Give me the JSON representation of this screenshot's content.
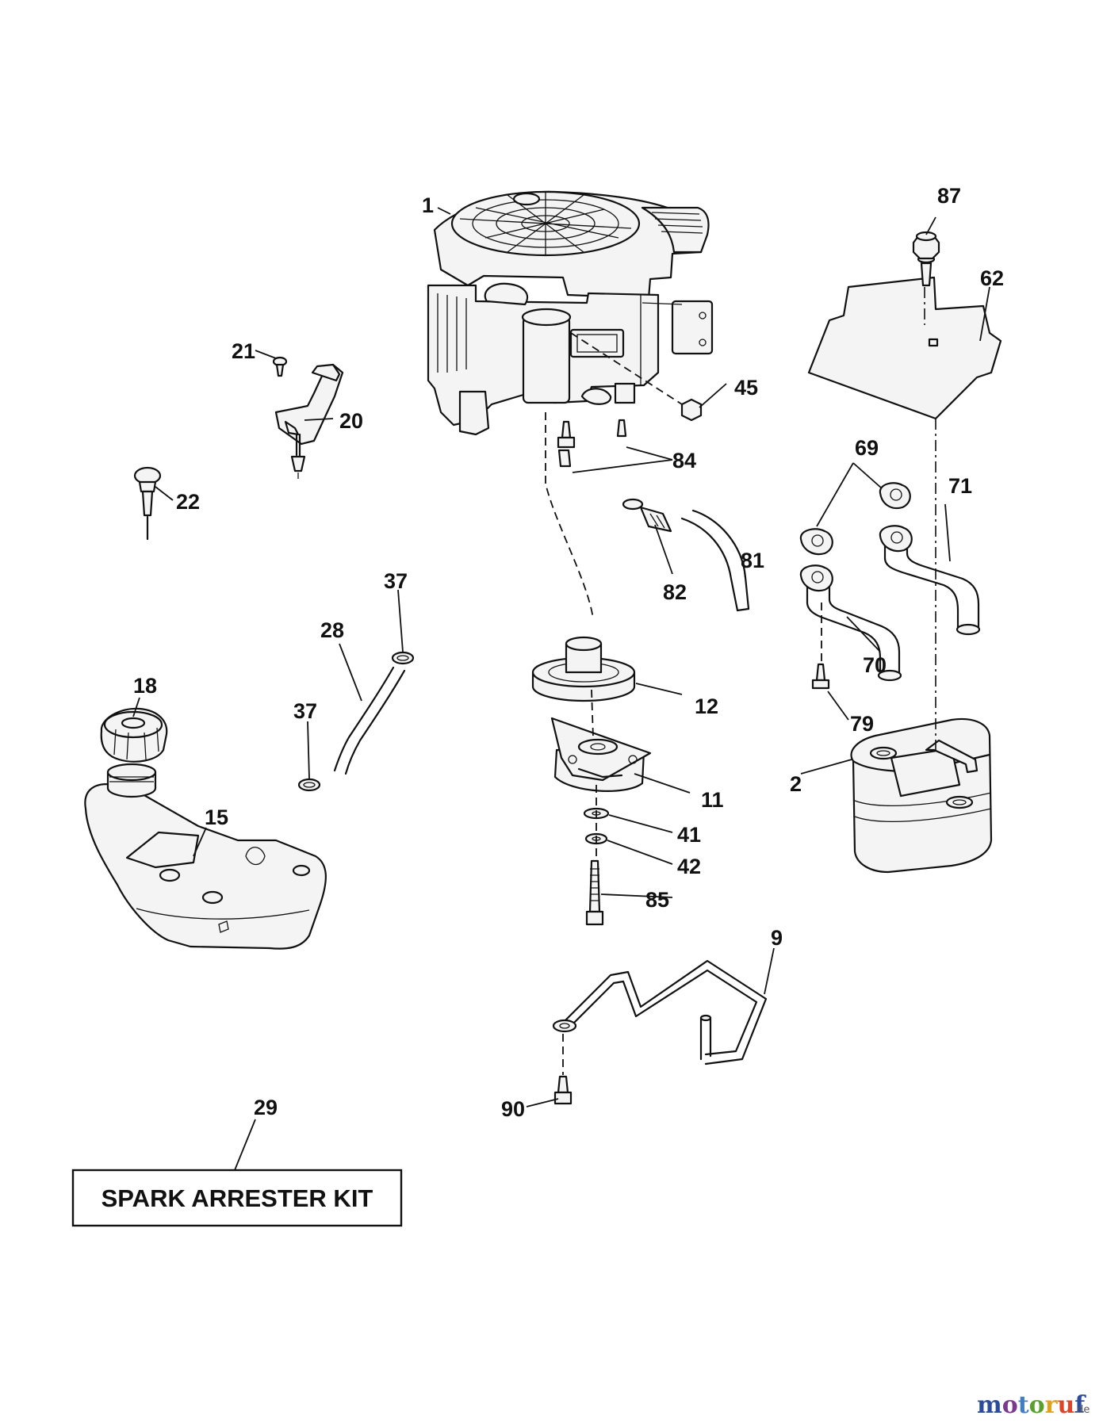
{
  "callouts": {
    "c1": "1",
    "c2": "2",
    "c9": "9",
    "c11": "11",
    "c12": "12",
    "c15": "15",
    "c18": "18",
    "c20": "20",
    "c21": "21",
    "c22": "22",
    "c28": "28",
    "c29": "29",
    "c37a": "37",
    "c37b": "37",
    "c41": "41",
    "c42": "42",
    "c45": "45",
    "c62": "62",
    "c69": "69",
    "c70": "70",
    "c71": "71",
    "c79": "79",
    "c81": "81",
    "c82": "82",
    "c84": "84",
    "c85": "85",
    "c87": "87",
    "c90": "90"
  },
  "kit_label": "SPARK ARRESTER KIT",
  "watermark": {
    "letters": [
      "m",
      "o",
      "t",
      "o",
      "r",
      "u",
      "f"
    ],
    "suffix": ".de",
    "colors": [
      "#2b4c9b",
      "#7a3b8f",
      "#3f7ec1",
      "#5aa02c",
      "#e0a21b",
      "#d9462a",
      "#2b4c9b"
    ]
  }
}
